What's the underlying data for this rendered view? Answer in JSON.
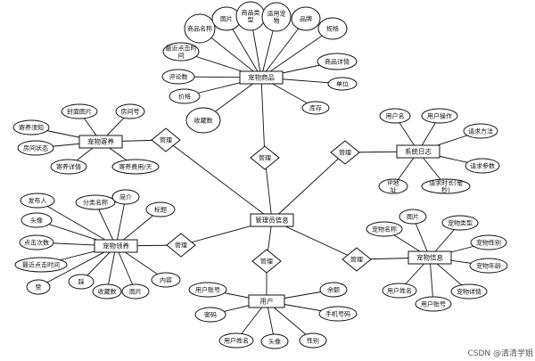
{
  "diagram": {
    "center": {
      "id": "admin",
      "label": "管理员信息"
    },
    "entities": [
      {
        "id": "product",
        "label": "宠物商品"
      },
      {
        "id": "foster",
        "label": "宠物寄养"
      },
      {
        "id": "syslog",
        "label": "系统日志"
      },
      {
        "id": "adoption",
        "label": "宠物领养"
      },
      {
        "id": "petinfo",
        "label": "宠物信息"
      },
      {
        "id": "user",
        "label": "用户"
      }
    ],
    "relationships": [
      {
        "id": "r-product",
        "label": "管理",
        "entity": "product"
      },
      {
        "id": "r-foster",
        "label": "管理",
        "entity": "foster"
      },
      {
        "id": "r-syslog",
        "label": "管理",
        "entity": "syslog"
      },
      {
        "id": "r-adoption",
        "label": "管理",
        "entity": "adoption"
      },
      {
        "id": "r-petinfo",
        "label": "管理",
        "entity": "petinfo"
      },
      {
        "id": "r-user",
        "label": "管理",
        "entity": "user"
      }
    ],
    "attributes": {
      "product": [
        "商品名称",
        "图片",
        "商品类型",
        "适用宠物",
        "品牌",
        "规格",
        "最近点击时间",
        "评论数",
        "价格",
        "收藏数",
        "商品详情",
        "单位",
        "库存"
      ],
      "foster": [
        "封面图片",
        "房间号",
        "寄养须知",
        "房间状态",
        "寄养详情",
        "寄养费用/天"
      ],
      "syslog": [
        "用户名",
        "用户操作",
        "请求方法",
        "请求参数",
        "IP地址",
        "请求时长(毫秒)"
      ],
      "adoption": [
        "发布人",
        "分类名称",
        "简介",
        "标题",
        "头像",
        "点击次数",
        "最近点击时间",
        "赞",
        "踩",
        "收藏数",
        "图片",
        "内容"
      ],
      "petinfo": [
        "图片",
        "宠物名称",
        "宠物类型",
        "宠物性别",
        "宠物年龄",
        "用户姓名",
        "用户账号",
        "宠物详情"
      ],
      "user": [
        "用户账号",
        "密码",
        "用户姓名",
        "头像",
        "性别",
        "手机号码",
        "余额"
      ]
    },
    "watermark": "CSDN @清清学姐"
  }
}
